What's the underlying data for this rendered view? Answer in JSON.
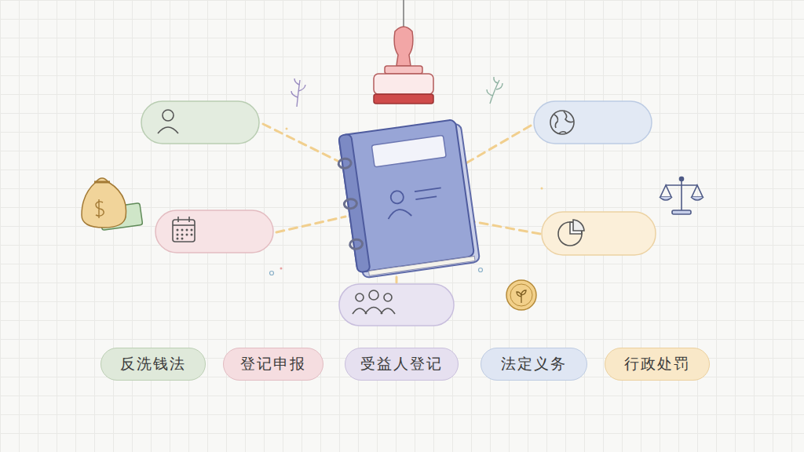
{
  "diagram": {
    "nodes": [
      {
        "text": [
          "反洗钱法"
        ]
      },
      {
        "text": [
          "登记申报"
        ]
      },
      {
        "text": [
          "受益人登记"
        ]
      },
      {
        "text": [
          "法定义务"
        ]
      },
      {
        "text": [
          "行政处罚"
        ]
      }
    ]
  }
}
